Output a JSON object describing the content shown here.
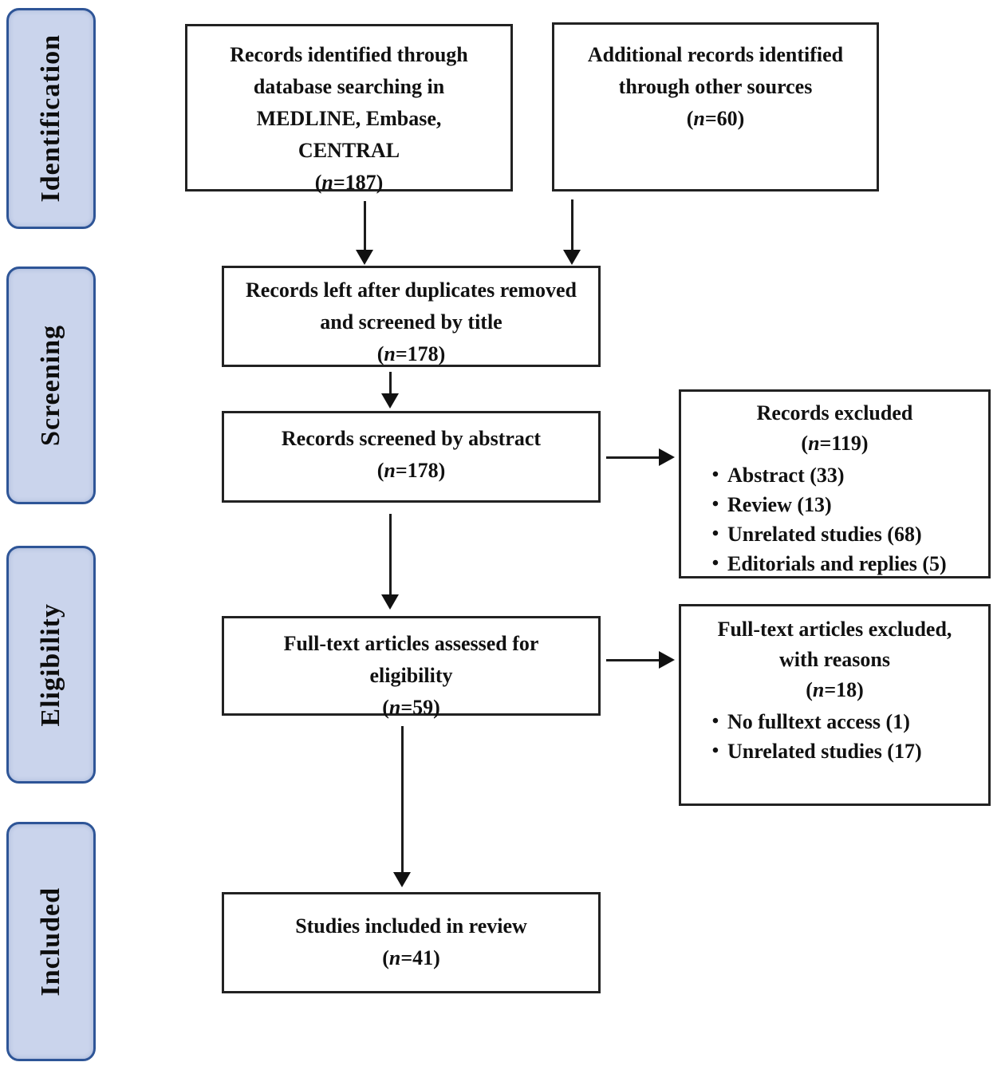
{
  "ui": {
    "bullet": "•"
  },
  "colors": {
    "stage_fill": "#cad4ec",
    "stage_border": "#2e5597",
    "box_border": "#222222",
    "arrow": "#111111"
  },
  "stages": [
    {
      "label": "Identification"
    },
    {
      "label": "Screening"
    },
    {
      "label": "Eligibility"
    },
    {
      "label": "Included"
    }
  ],
  "boxes": {
    "identified": {
      "lines": [
        "Records identified through",
        "database searching in",
        "MEDLINE, Embase,",
        "CENTRAL"
      ],
      "n": "(n=187)"
    },
    "additional": {
      "lines": [
        "Additional records identified",
        "through other sources"
      ],
      "n": "(n=60)"
    },
    "deduped": {
      "lines": [
        "Records left after duplicates removed",
        "and screened by title"
      ],
      "n": "(n=178)"
    },
    "abstract_screened": {
      "lines": [
        "Records screened by abstract"
      ],
      "n": "(n=178)"
    },
    "records_excluded": {
      "title": "Records excluded",
      "n": "(n=119)",
      "bullets": [
        "Abstract (33)",
        "Review (13)",
        "Unrelated studies (68)",
        "Editorials and replies (5)"
      ]
    },
    "fulltext_assessed": {
      "lines": [
        "Full-text articles assessed for",
        "eligibility"
      ],
      "n": "(n=59)"
    },
    "fulltext_excluded": {
      "title_lines": [
        "Full-text articles excluded,",
        "with reasons"
      ],
      "n": "(n=18)",
      "bullets": [
        "No fulltext access (1)",
        "Unrelated studies (17)"
      ]
    },
    "included": {
      "lines": [
        "Studies included in review"
      ],
      "n": "(n=41)"
    }
  }
}
